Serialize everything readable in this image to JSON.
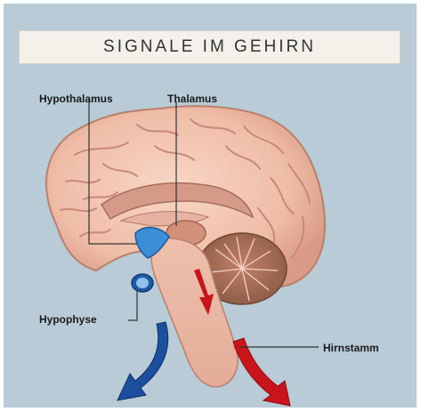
{
  "title": "SIGNALE IM GEHIRN",
  "labels": {
    "hypothalamus": "Hypothalamus",
    "thalamus": "Thalamus",
    "hypophyse": "Hypophyse",
    "hirnstamm": "Hirnstamm"
  },
  "colors": {
    "background": "#b8cbd6",
    "title_band": "#f3f1ea",
    "brain": "#f1c4b0",
    "brain_fold": "#c9897a",
    "cerebellum": "#a86d55",
    "hypothalamus": "#3a8fd6",
    "arrow_blue": "#1c4f9e",
    "arrow_red": "#c8141a"
  }
}
